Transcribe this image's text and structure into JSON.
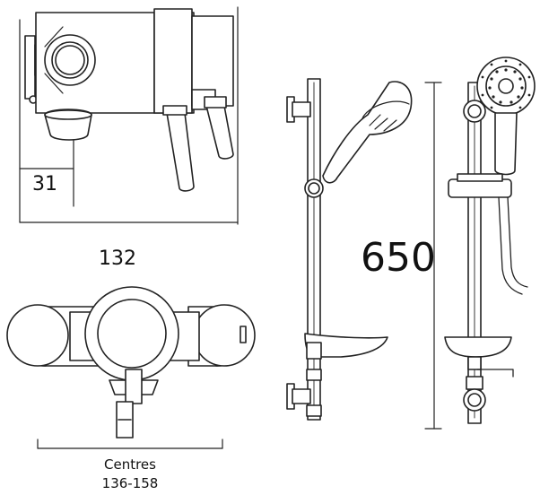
{
  "dimensions": {
    "offset": "31",
    "width": "132",
    "height": "650",
    "centres_label": "Centres",
    "centres_range": "136-158"
  }
}
